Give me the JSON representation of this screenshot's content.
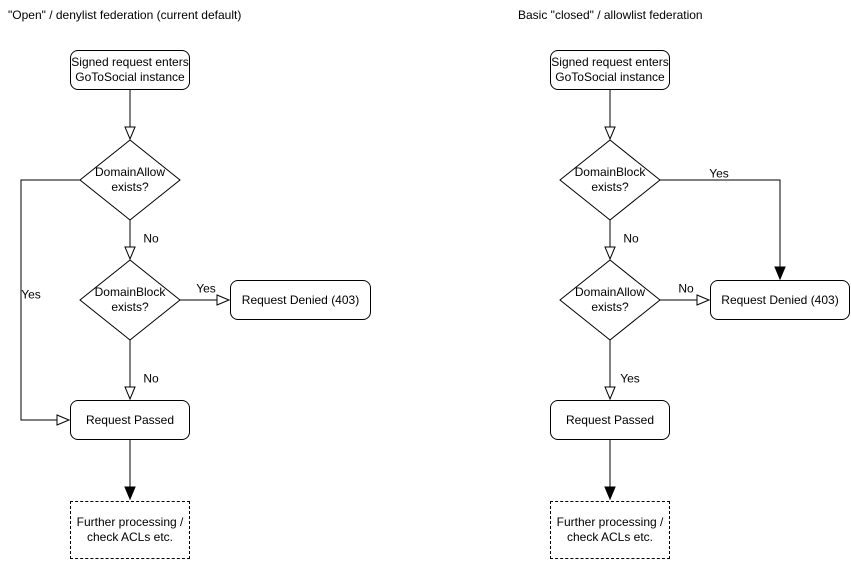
{
  "diagram": {
    "background": "#ffffff",
    "line_color": "#000000",
    "text_color": "#000000",
    "left": {
      "title": "\"Open\" / denylist federation (current default)",
      "start_line1": "Signed request enters",
      "start_line2": "GoToSocial instance",
      "decision1_line1": "DomainAllow",
      "decision1_line2": "exists?",
      "decision1_yes_label": "Yes",
      "decision1_no_label": "No",
      "decision2_line1": "DomainBlock",
      "decision2_line2": "exists?",
      "decision2_yes_label": "Yes",
      "decision2_no_label": "No",
      "denied_label": "Request Denied (403)",
      "passed_label": "Request Passed",
      "further_line1": "Further processing /",
      "further_line2": "check ACLs etc."
    },
    "right": {
      "title": "Basic \"closed\" / allowlist federation",
      "start_line1": "Signed request enters",
      "start_line2": "GoToSocial instance",
      "decision1_line1": "DomainBlock",
      "decision1_line2": "exists?",
      "decision1_yes_label": "Yes",
      "decision1_no_label": "No",
      "decision2_line1": "DomainAllow",
      "decision2_line2": "exists?",
      "decision2_no_label": "No",
      "decision2_yes_label": "Yes",
      "denied_label": "Request Denied (403)",
      "passed_label": "Request Passed",
      "further_line1": "Further processing /",
      "further_line2": "check ACLs etc."
    }
  }
}
